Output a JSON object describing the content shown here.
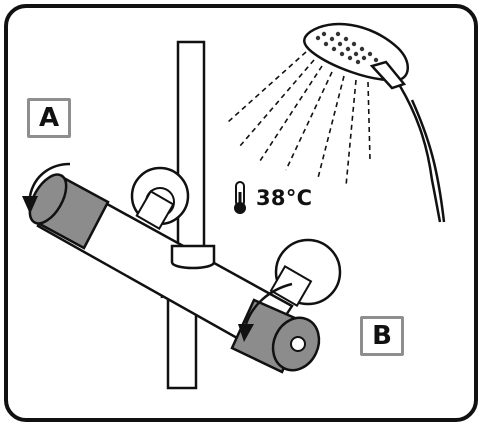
{
  "labels": {
    "handle_a": "A",
    "handle_b": "B",
    "temperature": "38°C"
  },
  "colors": {
    "outline": "#111111",
    "handle_fill": "#8c8c8c",
    "label_border": "#8e8e8e",
    "background": "#ffffff"
  },
  "icons": [
    "thermometer-icon",
    "rotate-arrow-icon",
    "shower-head-icon"
  ]
}
